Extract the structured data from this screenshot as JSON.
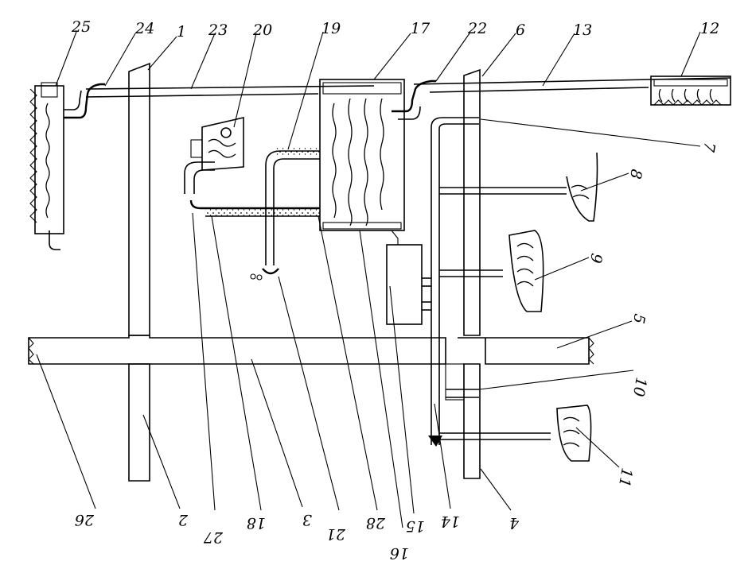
{
  "labels": {
    "n25": "25",
    "n24": "24",
    "n1": "1",
    "n23": "23",
    "n20": "20",
    "n19": "19",
    "n17": "17",
    "n22": "22",
    "n6": "6",
    "n13": "13",
    "n12": "12",
    "n7": "7",
    "n8": "8",
    "n9": "9",
    "n5": "5",
    "n10": "10",
    "n11": "11",
    "n26": "26",
    "n2": "2",
    "n27": "27",
    "n18": "18",
    "n3": "3",
    "n21": "21",
    "n28": "28",
    "n16": "16",
    "n15": "15",
    "n14": "14",
    "n4": "4"
  }
}
